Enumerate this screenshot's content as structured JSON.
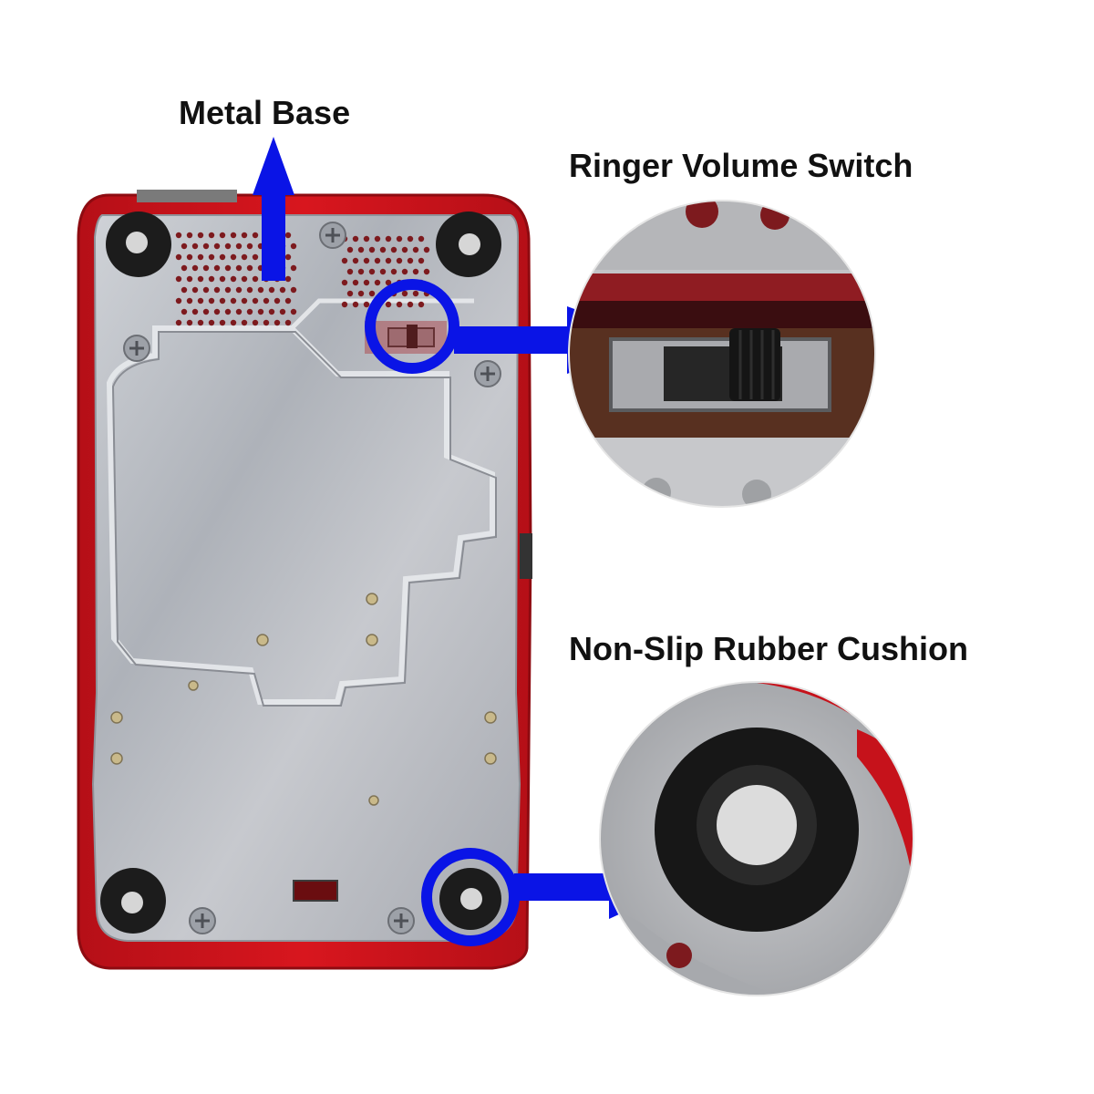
{
  "labels": {
    "metal_base": "Metal Base",
    "ringer_volume_switch": "Ringer Volume Switch",
    "non_slip_rubber_cushion": "Non-Slip Rubber Cushion"
  },
  "colors": {
    "housing_red": "#d4141c",
    "housing_red_dark": "#a50d14",
    "metal_plate": "#b9bcc2",
    "metal_plate_light": "#d6d8dc",
    "rubber_black": "#1c1c1c",
    "callout_blue": "#0a14e6",
    "text": "#111111"
  }
}
